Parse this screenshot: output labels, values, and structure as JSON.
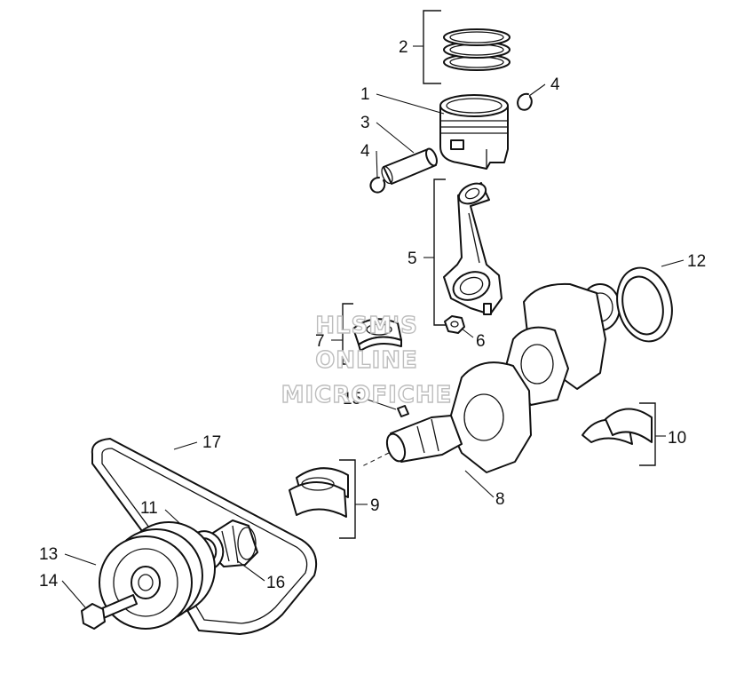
{
  "watermark": {
    "line1": "HLSM'S",
    "line2": "ONLINE",
    "line3": "MICROFICHE"
  },
  "callouts": {
    "c1": "1",
    "c2": "2",
    "c3": "3",
    "c4a": "4",
    "c4b": "4",
    "c5": "5",
    "c6": "6",
    "c7": "7",
    "c8": "8",
    "c9": "9",
    "c10": "10",
    "c11": "11",
    "c12": "12",
    "c13": "13",
    "c14": "14",
    "c15": "15",
    "c16": "16",
    "c17": "17"
  },
  "colors": {
    "line": "#111111",
    "background": "#ffffff",
    "watermark_outline": "#bdbdbd"
  }
}
